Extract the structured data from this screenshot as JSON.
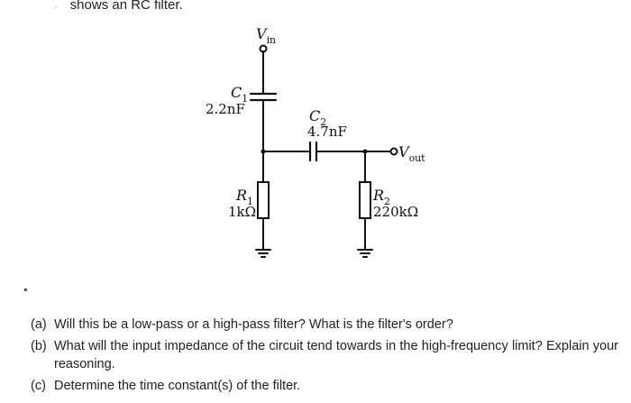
{
  "header": {
    "text": "shows an RC filter."
  },
  "circuit": {
    "vin_label": "Vin",
    "vout_label": "Vout",
    "c1": {
      "name": "C1",
      "value": "2.2nF"
    },
    "c2": {
      "name": "C2",
      "value": "4.7nF"
    },
    "r1": {
      "name": "R1",
      "value": "1kΩ"
    },
    "r2": {
      "name": "R2",
      "value": "220kΩ"
    }
  },
  "questions": [
    {
      "label": "(a)",
      "text": "Will this be a low-pass or a high-pass filter? What is the filter's order?"
    },
    {
      "label": "(b)",
      "text": "What will the input impedance of the circuit tend towards in the high-frequency limit? Explain your reasoning."
    },
    {
      "label": "(c)",
      "text": "Determine the time constant(s) of the filter."
    }
  ]
}
